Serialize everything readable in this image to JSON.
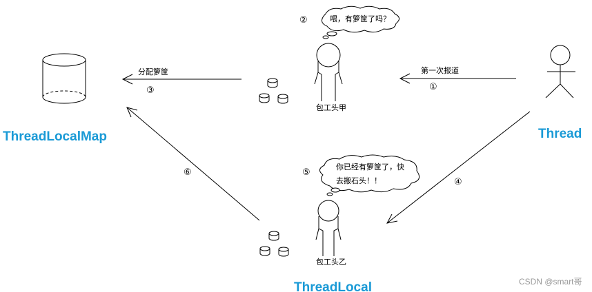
{
  "labels": {
    "threadlocalmap": "ThreadLocalMap",
    "thread": "Thread",
    "threadlocal": "ThreadLocal"
  },
  "people": {
    "foreman_a": "包工头甲",
    "foreman_b": "包工头乙"
  },
  "speech": {
    "bubble_top": "喂，有箩筐了吗？",
    "bubble_bottom_line1": "你已经有箩筐了，快",
    "bubble_bottom_line2": "去搬石头！！"
  },
  "arrows": {
    "step1_text": "第一次报道",
    "step3_text": "分配箩筐"
  },
  "steps": {
    "s1": "①",
    "s2": "②",
    "s3": "③",
    "s4": "④",
    "s5": "⑤",
    "s6": "⑥"
  },
  "watermark": "CSDN @smart哥",
  "colors": {
    "label_blue": "#1a9ad6",
    "watermark_gray": "#999999"
  }
}
